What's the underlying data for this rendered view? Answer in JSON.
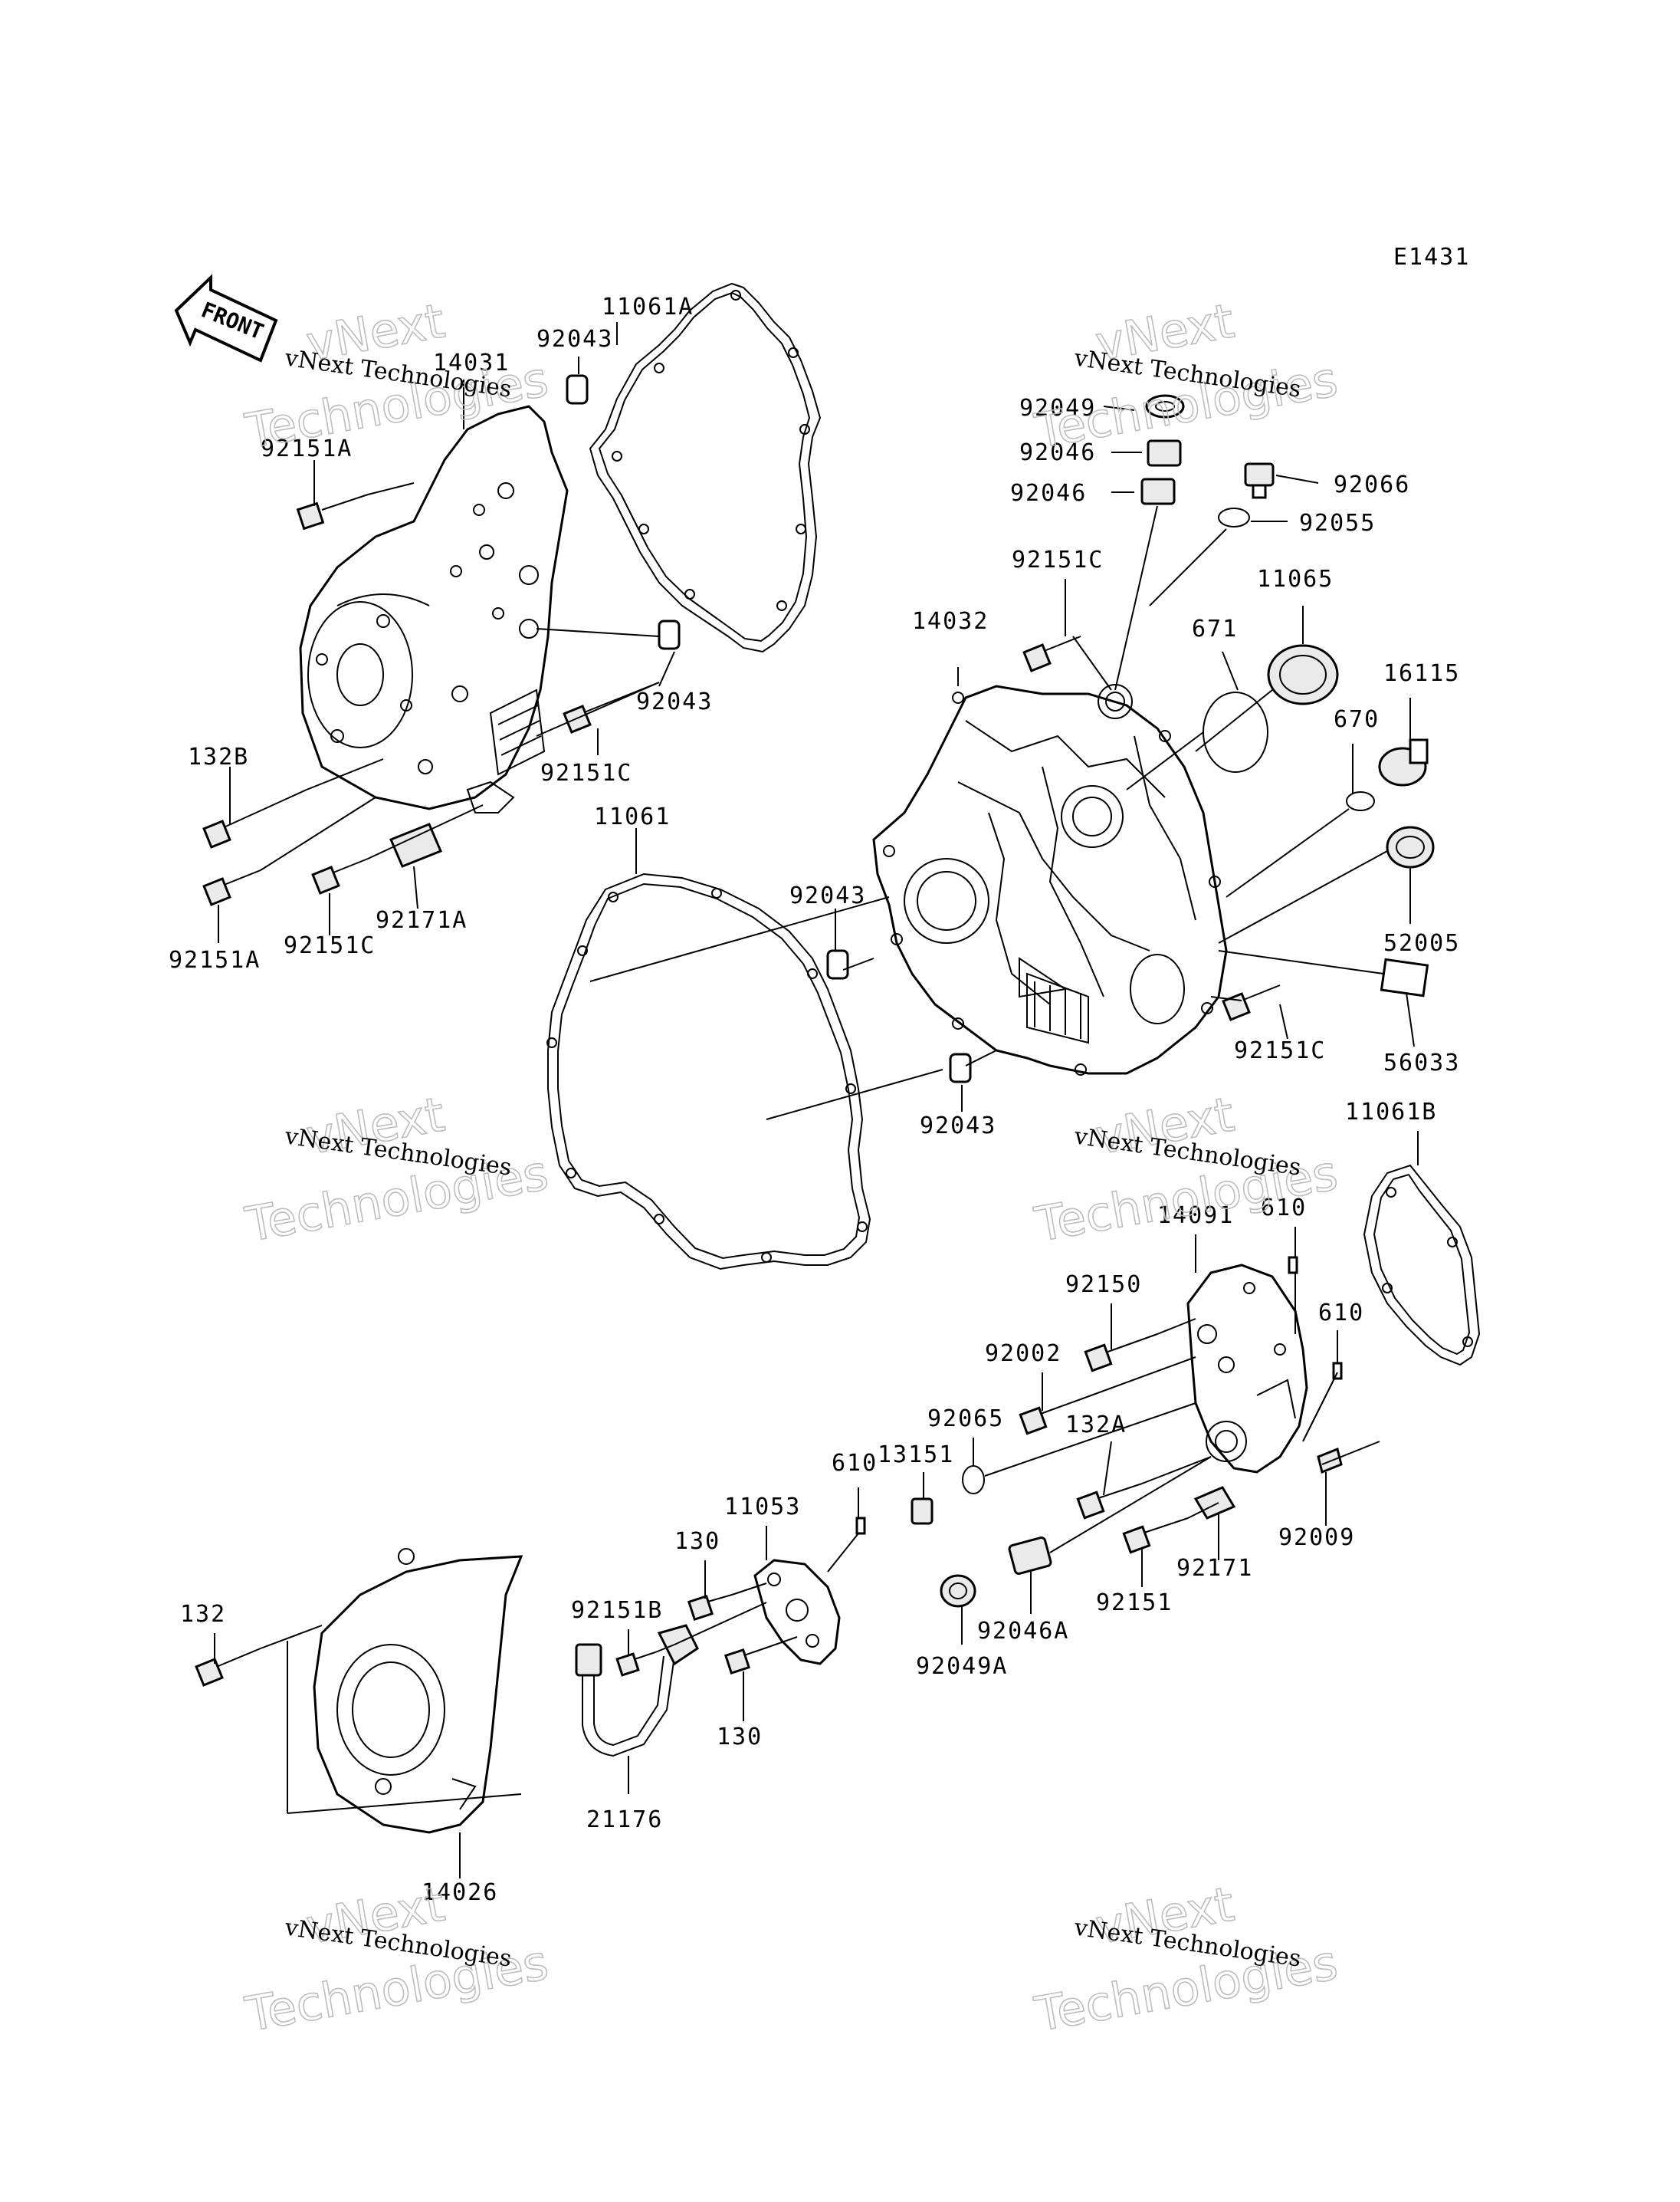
{
  "diagram_code": "E1431",
  "front_arrow_label": "FRONT",
  "watermark": {
    "company": "vNext Technologies",
    "line1": "vNext",
    "line2": "Technologies"
  },
  "part_labels": [
    {
      "id": "p_11061A",
      "text": "11061A"
    },
    {
      "id": "p_92043_a",
      "text": "92043"
    },
    {
      "id": "p_14031",
      "text": "14031"
    },
    {
      "id": "p_92151A_a",
      "text": "92151A"
    },
    {
      "id": "p_92043_b",
      "text": "92043"
    },
    {
      "id": "p_92151C_a",
      "text": "92151C"
    },
    {
      "id": "p_132B",
      "text": "132B"
    },
    {
      "id": "p_92151A_b",
      "text": "92151A"
    },
    {
      "id": "p_92151C_b",
      "text": "92151C"
    },
    {
      "id": "p_92171A",
      "text": "92171A"
    },
    {
      "id": "p_11061",
      "text": "11061"
    },
    {
      "id": "p_92043_c",
      "text": "92043"
    },
    {
      "id": "p_92043_d",
      "text": "92043"
    },
    {
      "id": "p_92049",
      "text": "92049"
    },
    {
      "id": "p_92046_a",
      "text": "92046"
    },
    {
      "id": "p_92046_b",
      "text": "92046"
    },
    {
      "id": "p_92066",
      "text": "92066"
    },
    {
      "id": "p_92055",
      "text": "92055"
    },
    {
      "id": "p_92151C_c",
      "text": "92151C"
    },
    {
      "id": "p_14032",
      "text": "14032"
    },
    {
      "id": "p_671",
      "text": "671"
    },
    {
      "id": "p_11065",
      "text": "11065"
    },
    {
      "id": "p_16115",
      "text": "16115"
    },
    {
      "id": "p_670",
      "text": "670"
    },
    {
      "id": "p_52005",
      "text": "52005"
    },
    {
      "id": "p_92151C_d",
      "text": "92151C"
    },
    {
      "id": "p_56033",
      "text": "56033"
    },
    {
      "id": "p_11061B",
      "text": "11061B"
    },
    {
      "id": "p_610_a",
      "text": "610"
    },
    {
      "id": "p_14091",
      "text": "14091"
    },
    {
      "id": "p_92150",
      "text": "92150"
    },
    {
      "id": "p_610_b",
      "text": "610"
    },
    {
      "id": "p_92002",
      "text": "92002"
    },
    {
      "id": "p_92065",
      "text": "92065"
    },
    {
      "id": "p_132A",
      "text": "132A"
    },
    {
      "id": "p_13151",
      "text": "13151"
    },
    {
      "id": "p_610_c",
      "text": "610"
    },
    {
      "id": "p_11053",
      "text": "11053"
    },
    {
      "id": "p_130_a",
      "text": "130"
    },
    {
      "id": "p_92151B",
      "text": "92151B"
    },
    {
      "id": "p_130_b",
      "text": "130"
    },
    {
      "id": "p_92049A",
      "text": "92049A"
    },
    {
      "id": "p_92046A",
      "text": "92046A"
    },
    {
      "id": "p_92151",
      "text": "92151"
    },
    {
      "id": "p_92171",
      "text": "92171"
    },
    {
      "id": "p_92009",
      "text": "92009"
    },
    {
      "id": "p_132",
      "text": "132"
    },
    {
      "id": "p_21176",
      "text": "21176"
    },
    {
      "id": "p_14026",
      "text": "14026"
    }
  ]
}
